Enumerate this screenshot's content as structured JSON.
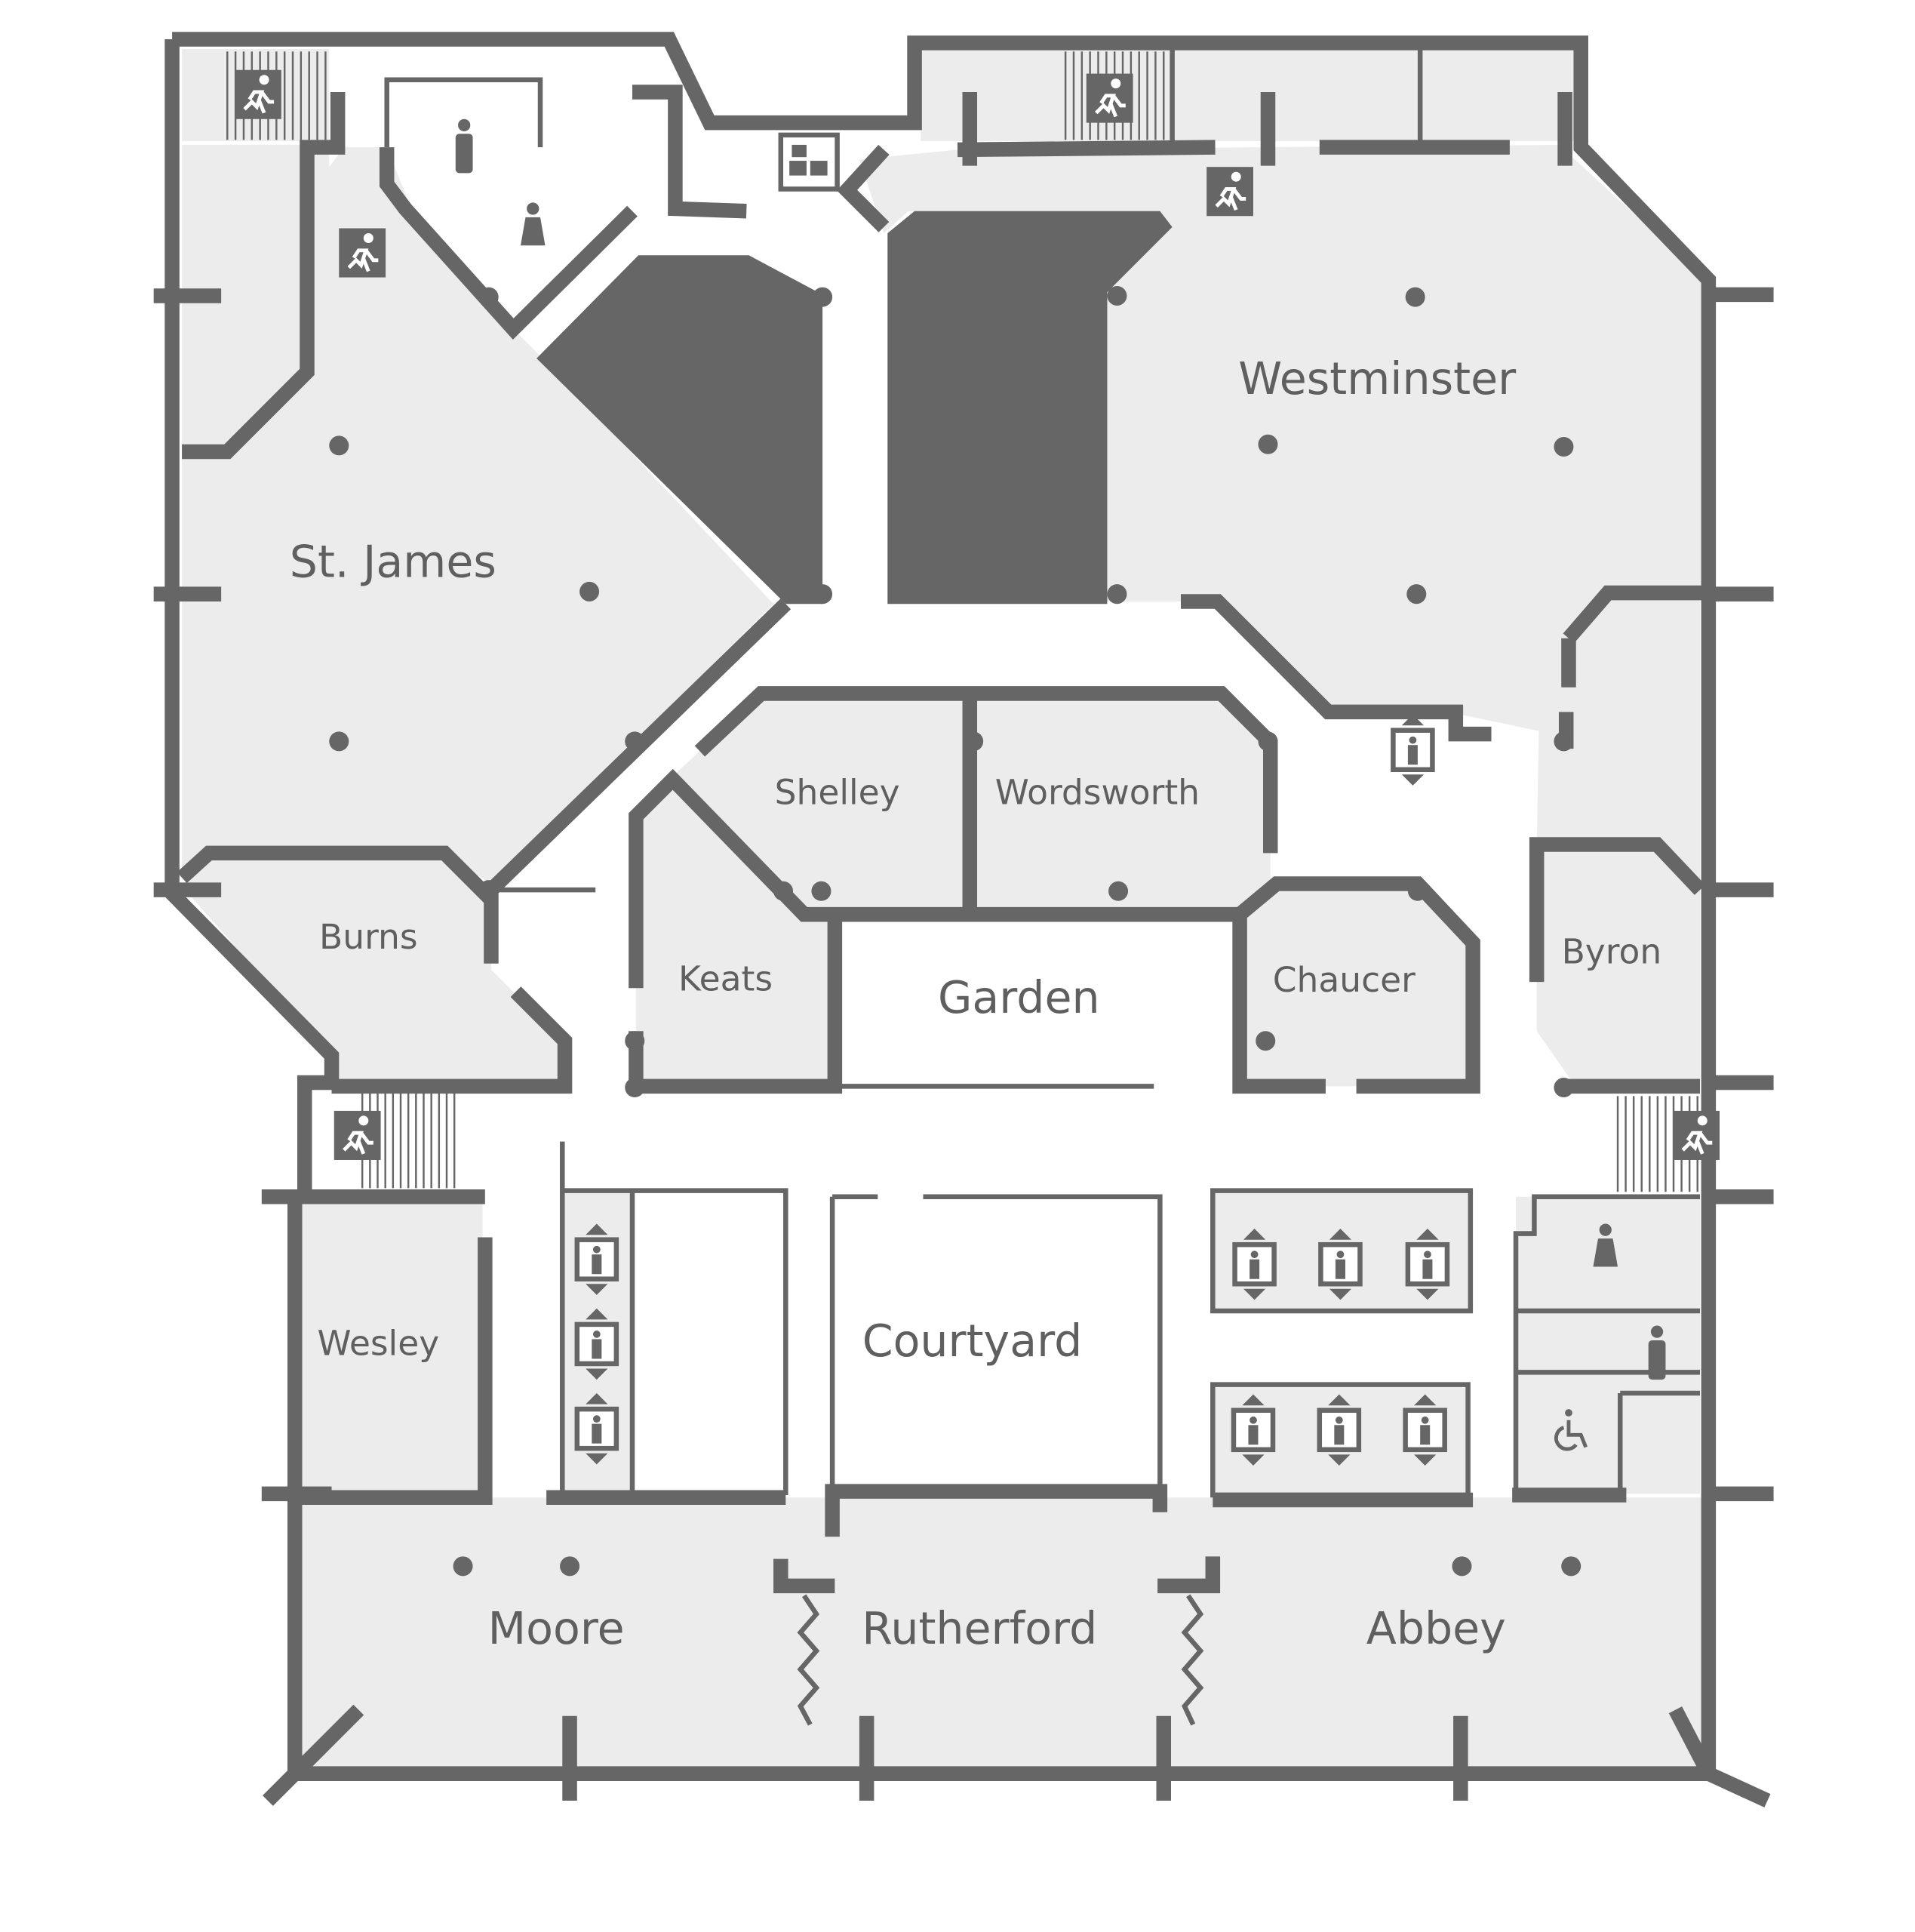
{
  "colors": {
    "wall": "#666666",
    "room": "#ececec",
    "background": "#ffffff",
    "label": "#5f5f5f"
  },
  "rooms": {
    "st_james": "St. James",
    "westminster": "Westminster",
    "shelley": "Shelley",
    "wordsworth": "Wordsworth",
    "burns": "Burns",
    "keats": "Keats",
    "garden": "Garden",
    "chaucer": "Chaucer",
    "byron": "Byron",
    "wesley": "Wesley",
    "courtyard": "Courtyard",
    "moore": "Moore",
    "rutherford": "Rutherford",
    "abbey": "Abbey"
  },
  "icons": {
    "exit": "emergency-exit-icon",
    "restroom_men": "men-restroom-icon",
    "restroom_women": "women-restroom-icon",
    "elevator": "elevator-icon",
    "accessible": "wheelchair-icon",
    "storage": "storage-icon"
  }
}
